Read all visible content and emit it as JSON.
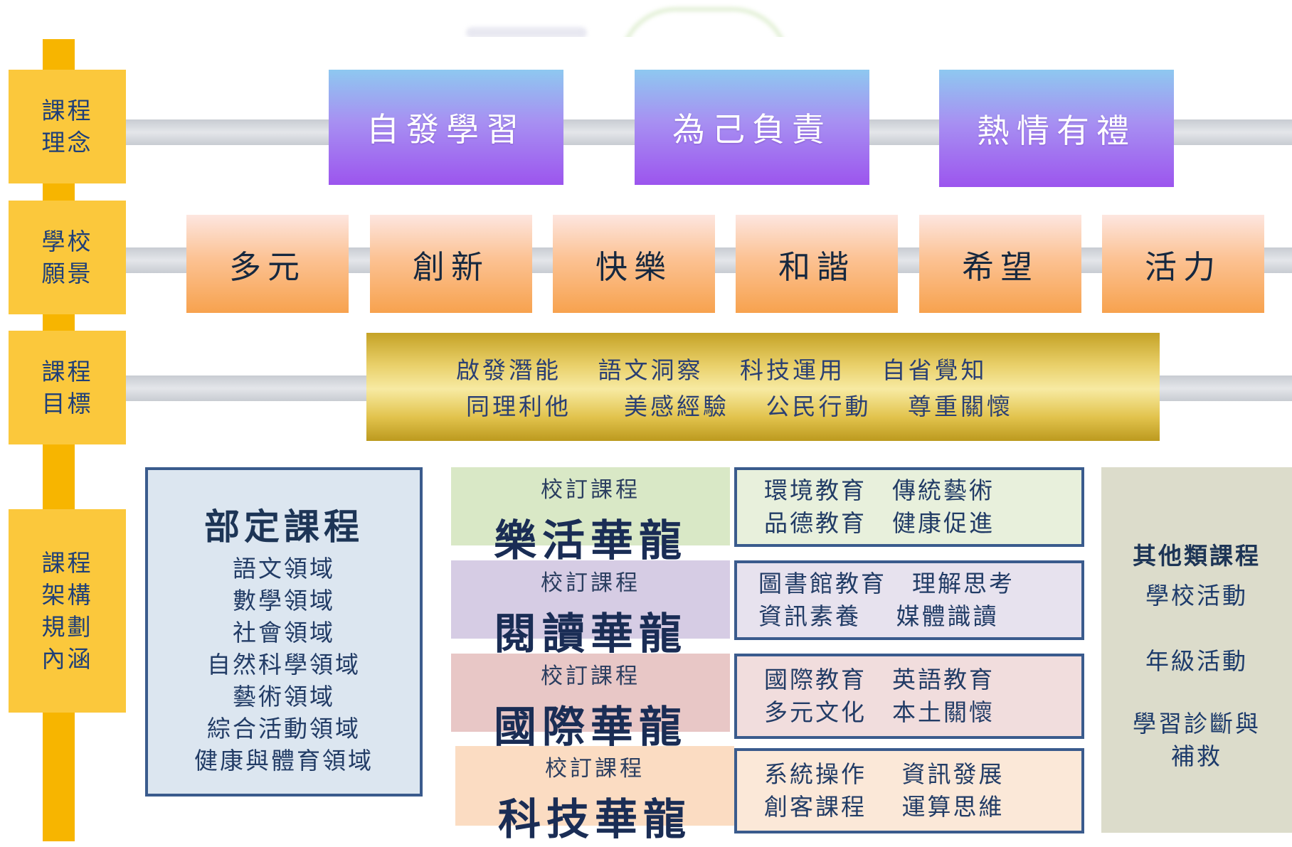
{
  "row_labels": [
    "課程\n理念",
    "學校\n願景",
    "課程\n目標",
    "課程\n架構\n規劃\n內涵"
  ],
  "philosophy": [
    "自發學習",
    "為己負責",
    "熱情有禮"
  ],
  "vision": [
    "多元",
    "創新",
    "快樂",
    "和諧",
    "希望",
    "活力"
  ],
  "goals": {
    "line1": "啟發潛能　 語文洞察　 科技運用　 自省覺知",
    "line2": "同理利他　　美感經驗　 公民行動　 尊重關懷"
  },
  "national_curriculum": {
    "title": "部定課程",
    "items": [
      "語文領域",
      "數學領域",
      "社會領域",
      "自然科學領域",
      "藝術領域",
      "綜合活動領域",
      "健康與體育領域"
    ]
  },
  "school_courses": [
    {
      "subtitle": "校訂課程",
      "title": "樂活華龍",
      "details": [
        "環境教育　傳統藝術",
        "品德教育　健康促進"
      ]
    },
    {
      "subtitle": "校訂課程",
      "title": "閱讀華龍",
      "details": [
        "圖書館教育　理解思考",
        "資訊素養　 媒體識讀"
      ]
    },
    {
      "subtitle": "校訂課程",
      "title": "國際華龍",
      "details": [
        "國際教育　英語教育",
        "多元文化　本土關懷"
      ]
    },
    {
      "subtitle": "校訂課程",
      "title": "科技華龍",
      "details": [
        "系統操作　 資訊發展",
        "創客課程　 運算思維"
      ]
    }
  ],
  "other_courses": {
    "title": "其他類課程",
    "items": [
      "學校活動",
      "年級活動",
      "學習診斷與\n補救"
    ]
  }
}
